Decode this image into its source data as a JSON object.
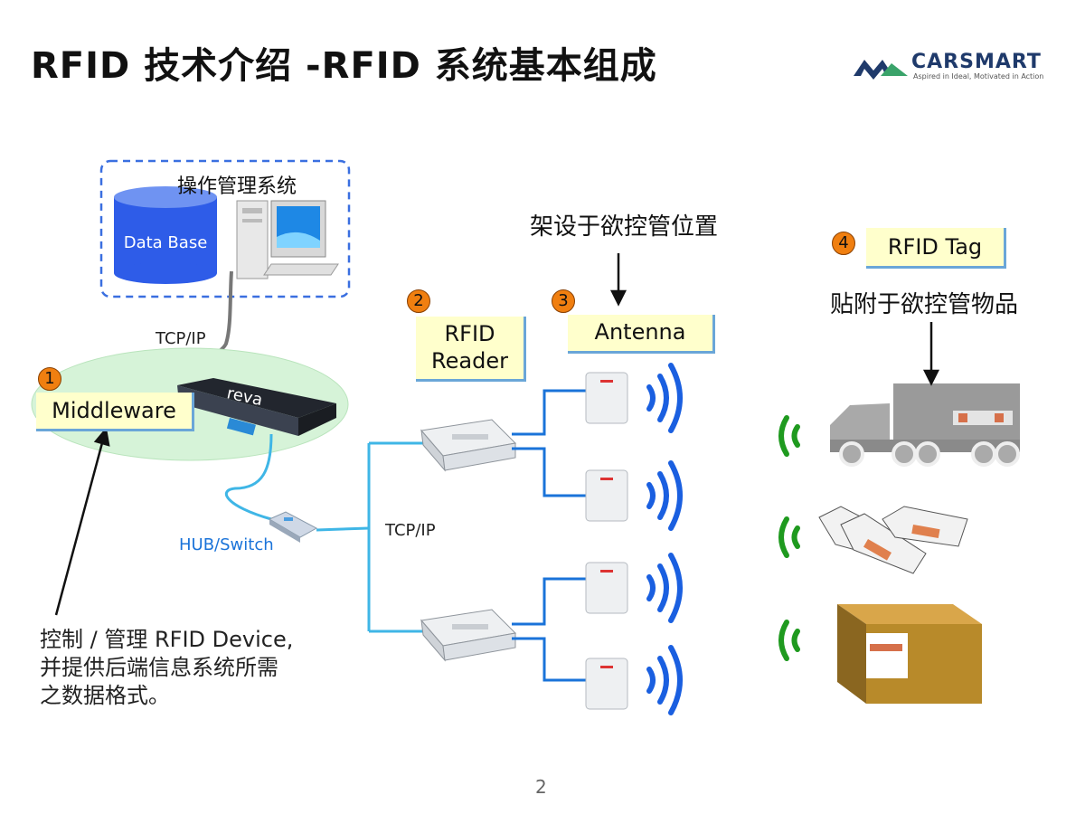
{
  "title": "RFID 技术介绍 -RFID 系统基本组成",
  "logo": {
    "name": "CARSMART",
    "tagline": "Aspired in Ideal, Motivated in Action"
  },
  "database": {
    "label": "Data Base",
    "caption": "操作管理系统"
  },
  "links": {
    "tcpip_top": "TCP/IP",
    "hub": "HUB/Switch",
    "tcpip_mid": "TCP/IP"
  },
  "components": [
    {
      "num": "1",
      "label": "Middleware"
    },
    {
      "num": "2",
      "label_line1": "RFID",
      "label_line2": "Reader"
    },
    {
      "num": "3",
      "label": "Antenna"
    },
    {
      "num": "4",
      "label": "RFID Tag"
    }
  ],
  "notes": {
    "antenna": "架设于欲控管位置",
    "tag": "贴附于欲控管物品",
    "middleware_line1": "控制 / 管理 RFID Device,",
    "middleware_line2": "并提供后端信息系统所需",
    "middleware_line3": "之数据格式。"
  },
  "page_number": "2",
  "colors": {
    "accent": "#f07f10",
    "wire": "#1a73d9",
    "wave_blue": "#1a5fe0",
    "wave_green": "#1f9a1f",
    "label_bg": "#ffffcc"
  }
}
